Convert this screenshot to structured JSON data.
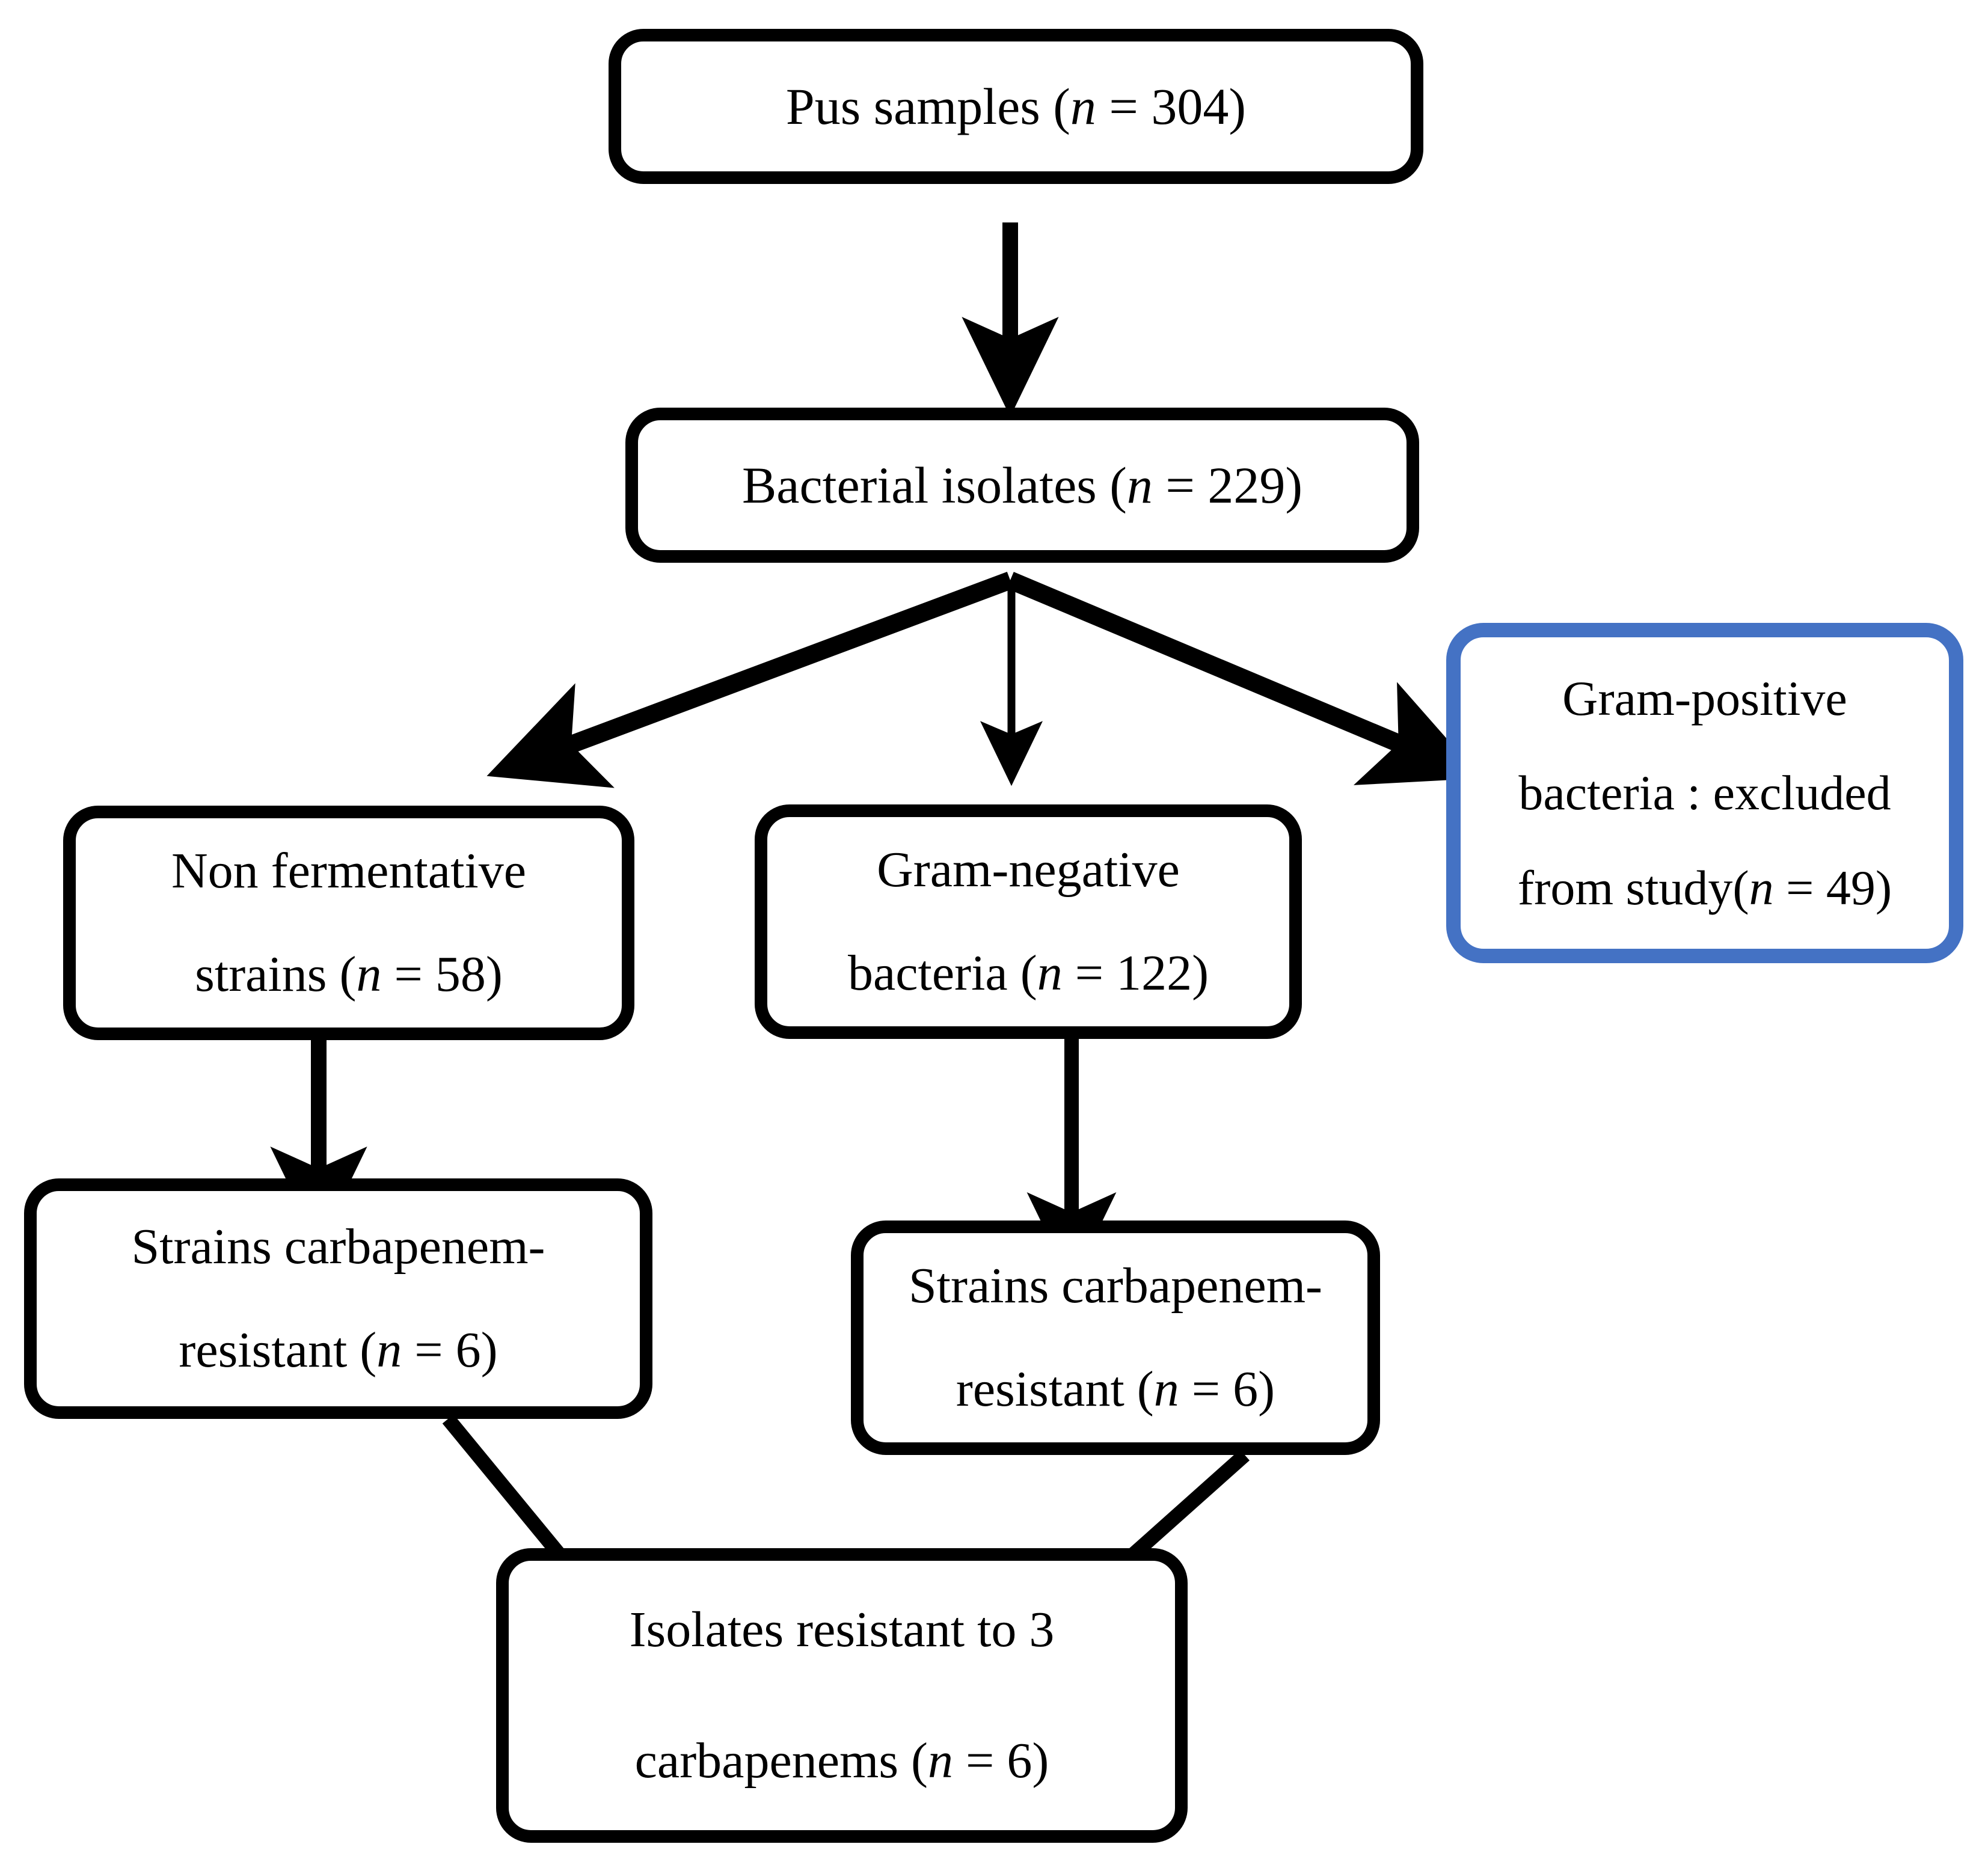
{
  "figure": {
    "type": "flowchart",
    "orientation": "top-down",
    "background_color": "#ffffff",
    "default_border_color": "#000000",
    "highlight_border_color": "#4472c4",
    "text_color": "#000000"
  },
  "nodes": [
    {
      "id": "pus-samples",
      "border_color": "#000000",
      "lines": [
        {
          "pre": "Pus samples (",
          "sym": "n",
          "post": " = 304)"
        }
      ]
    },
    {
      "id": "bacterial-isolates",
      "border_color": "#000000",
      "lines": [
        {
          "pre": "Bacterial isolates (",
          "sym": "n",
          "post": " = 229)"
        }
      ]
    },
    {
      "id": "gram-positive-excluded",
      "border_color": "#4472c4",
      "lines": [
        {
          "pre": "Gram-positive",
          "sym": "",
          "post": ""
        },
        {
          "pre": "bacteria : excluded",
          "sym": "",
          "post": ""
        },
        {
          "pre": "from study(",
          "sym": "n",
          "post": " = 49)"
        }
      ]
    },
    {
      "id": "non-fermentative",
      "border_color": "#000000",
      "lines": [
        {
          "pre": "Non fermentative",
          "sym": "",
          "post": ""
        },
        {
          "pre": "strains (",
          "sym": "n",
          "post": " = 58)"
        }
      ]
    },
    {
      "id": "gram-negative",
      "border_color": "#000000",
      "lines": [
        {
          "pre": "Gram-negative",
          "sym": "",
          "post": ""
        },
        {
          "pre": "bacteria (",
          "sym": "n",
          "post": " = 122)"
        }
      ]
    },
    {
      "id": "nf-carbapenem-resistant",
      "border_color": "#000000",
      "lines": [
        {
          "pre": "Strains carbapenem-",
          "sym": "",
          "post": ""
        },
        {
          "pre": "resistant (",
          "sym": "n",
          "post": " = 6)"
        }
      ]
    },
    {
      "id": "gn-carbapenem-resistant",
      "border_color": "#000000",
      "lines": [
        {
          "pre": "Strains carbapenem-",
          "sym": "",
          "post": ""
        },
        {
          "pre": "resistant (",
          "sym": "n",
          "post": " = 6)"
        }
      ]
    },
    {
      "id": "isolates-resistant-3",
      "border_color": "#000000",
      "lines": [
        {
          "pre": "Isolates resistant to 3",
          "sym": "",
          "post": ""
        },
        {
          "pre": "carbapenems (",
          "sym": "n",
          "post": " = 6)"
        }
      ]
    }
  ],
  "edges": [
    {
      "id": "pus-to-bacterial",
      "from": "pus-samples",
      "to": "bacterial-isolates",
      "style": "arrow-thick-vertical"
    },
    {
      "id": "bacterial-to-nonferm",
      "from": "bacterial-isolates",
      "to": "non-fermentative",
      "style": "arrow-thick-diagonal-left"
    },
    {
      "id": "bacterial-to-gramneg",
      "from": "bacterial-isolates",
      "to": "gram-negative",
      "style": "arrow-thin-vertical"
    },
    {
      "id": "bacterial-to-grampos",
      "from": "bacterial-isolates",
      "to": "gram-positive-excluded",
      "style": "arrow-thick-diagonal-right"
    },
    {
      "id": "nonferm-to-nfcarb",
      "from": "non-fermentative",
      "to": "nf-carbapenem-resistant",
      "style": "arrow-thick-vertical"
    },
    {
      "id": "gramneg-to-gncarb",
      "from": "gram-negative",
      "to": "gn-carbapenem-resistant",
      "style": "arrow-thick-vertical"
    },
    {
      "id": "nfcarb-to-isolates3",
      "from": "nf-carbapenem-resistant",
      "to": "isolates-resistant-3",
      "style": "plain-line-diagonal"
    },
    {
      "id": "gncarb-to-isolates3",
      "from": "gn-carbapenem-resistant",
      "to": "isolates-resistant-3",
      "style": "plain-line-diagonal"
    }
  ]
}
